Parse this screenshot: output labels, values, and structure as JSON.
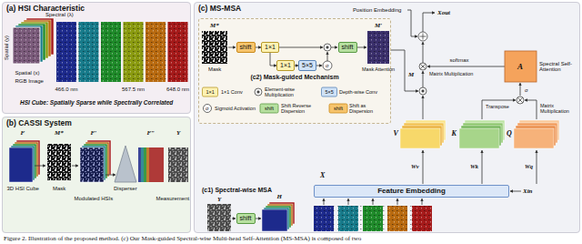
{
  "diagram": {
    "caption": "Figure 2. Illustration of the proposed method. (c) Our Mask-guided Spectral-wise Multi-head Self-Attention (MS-MSA) is composed of two",
    "nodes": [
      {
        "text": [
          "(a) HSI Characteristic"
        ]
      },
      {
        "text": [
          "(b) CASSI System"
        ]
      },
      {
        "text": [
          "(c) MS-MSA"
        ]
      },
      {
        "text": [
          "(c2) Mask-guided Mechanism"
        ],
        "in": 2
      },
      {
        "text": [
          "shift"
        ],
        "in": 3
      },
      {
        "text": [
          "1×1"
        ],
        "in": 3
      },
      {
        "text": [
          "1×1"
        ],
        "in": 3
      },
      {
        "text": [
          "5×5"
        ],
        "in": 3
      },
      {
        "text": [
          "shift"
        ],
        "in": 3
      },
      {
        "text": [
          "Feature Embedding"
        ],
        "in": 2
      },
      {
        "text": [
          "shift"
        ],
        "in": 2
      }
    ],
    "edges": [
      {
        "from": 4,
        "to": 5,
        "arrow": "to"
      },
      {
        "from": 5,
        "to": 6,
        "arrow": "to"
      },
      {
        "from": 6,
        "to": 7,
        "arrow": "to"
      }
    ],
    "labels": [
      "Spectral (λ)",
      "Spatial (y)",
      "Spatial (x)",
      "RGB Image",
      "466.0 nm",
      "567.5 nm",
      "648.0 nm",
      "HSI Cube: Spatially Sparse while Spectrally Correlated",
      "F",
      "M*",
      "F′",
      "F″",
      "Y",
      "3D HSI Cube",
      "Mask",
      "Modulated HSIs",
      "Disperser",
      "Measurement",
      "Position Embedding",
      "Xout",
      "M*",
      "Mask",
      "M′",
      "Mask Attention",
      "M",
      "σ",
      "softmax",
      "A",
      "Spectral Self-Attention",
      "Matrix Multiplication",
      "Transpose",
      "Matrix Multiplication",
      "σ",
      "V",
      "K",
      "Q",
      "Wv",
      "Wk",
      "Wq",
      "X",
      "Xin",
      "(c1) Spectral-wise MSA",
      "Y",
      "H",
      "1×1",
      "5×5",
      "σ",
      "shift",
      "shift"
    ],
    "legend": [
      {
        "text": "1×1 Conv"
      },
      {
        "text": "Element-wise Multiplication"
      },
      {
        "text": "Depth-wise Conv"
      },
      {
        "text": "Sigmoid Activation"
      },
      {
        "text": "Shift Reverse Dispersion"
      },
      {
        "text": "Shift as Dispersion"
      }
    ]
  }
}
